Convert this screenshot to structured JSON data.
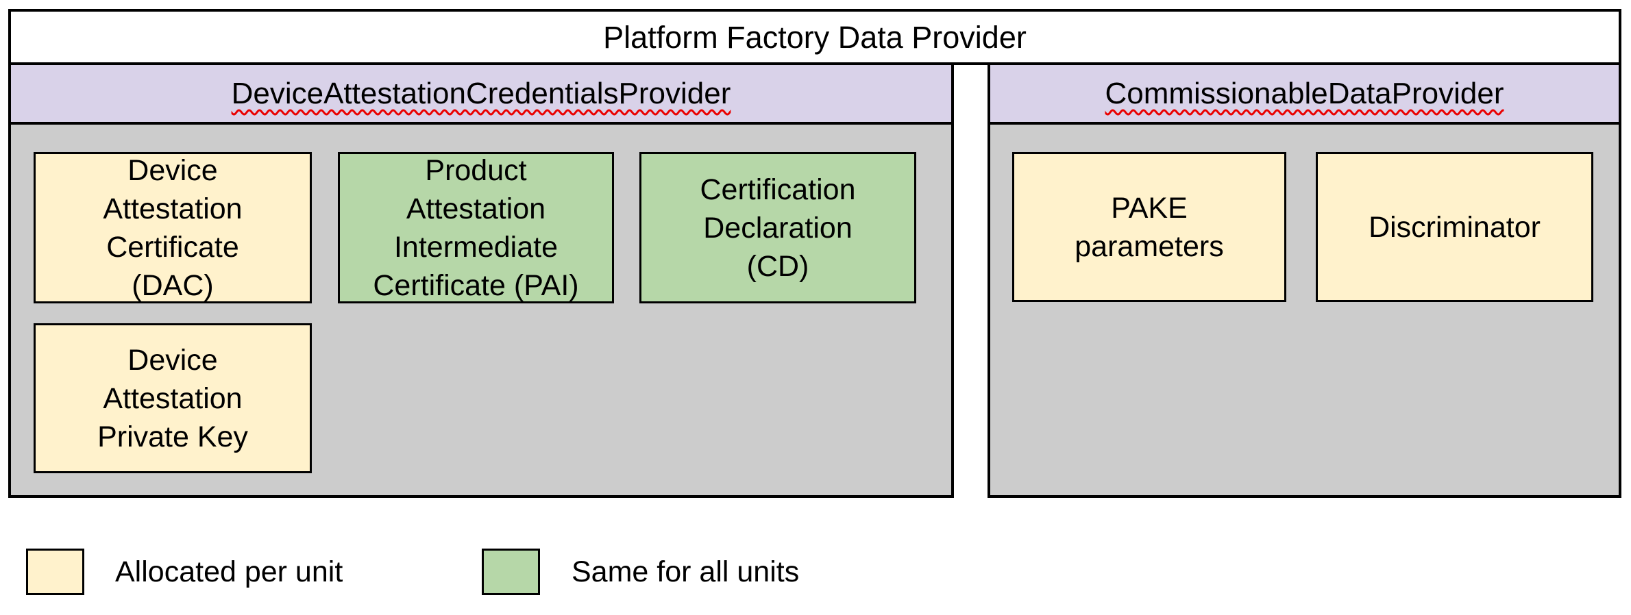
{
  "diagram": {
    "title": "Platform Factory Data Provider",
    "providers": [
      {
        "name": "DeviceAttestationCredentialsProvider",
        "items": [
          {
            "id": "dac",
            "label": "Device\nAttestation\nCertificate\n(DAC)",
            "allocation": "per-unit"
          },
          {
            "id": "pai",
            "label": "Product\nAttestation\nIntermediate\nCertificate (PAI)",
            "allocation": "all-units"
          },
          {
            "id": "cd",
            "label": "Certification\nDeclaration\n(CD)",
            "allocation": "all-units"
          },
          {
            "id": "da-private-key",
            "label": "Device\nAttestation\nPrivate Key",
            "allocation": "per-unit"
          }
        ]
      },
      {
        "name": "CommissionableDataProvider",
        "items": [
          {
            "id": "pake-parameters",
            "label": "PAKE\nparameters",
            "allocation": "per-unit"
          },
          {
            "id": "discriminator",
            "label": "Discriminator",
            "allocation": "per-unit"
          }
        ]
      }
    ],
    "legend": [
      {
        "label": "Allocated per unit",
        "color": "#FFF2CC"
      },
      {
        "label": "Same for all units",
        "color": "#B6D7A8"
      }
    ],
    "colors": {
      "per_unit_fill": "#FFF2CC",
      "all_units_fill": "#B6D7A8",
      "provider_header_fill": "#D9D2E9",
      "provider_body_fill": "#CCCCCC",
      "border": "#000000",
      "spellcheck_wave": "#EA0000"
    }
  }
}
